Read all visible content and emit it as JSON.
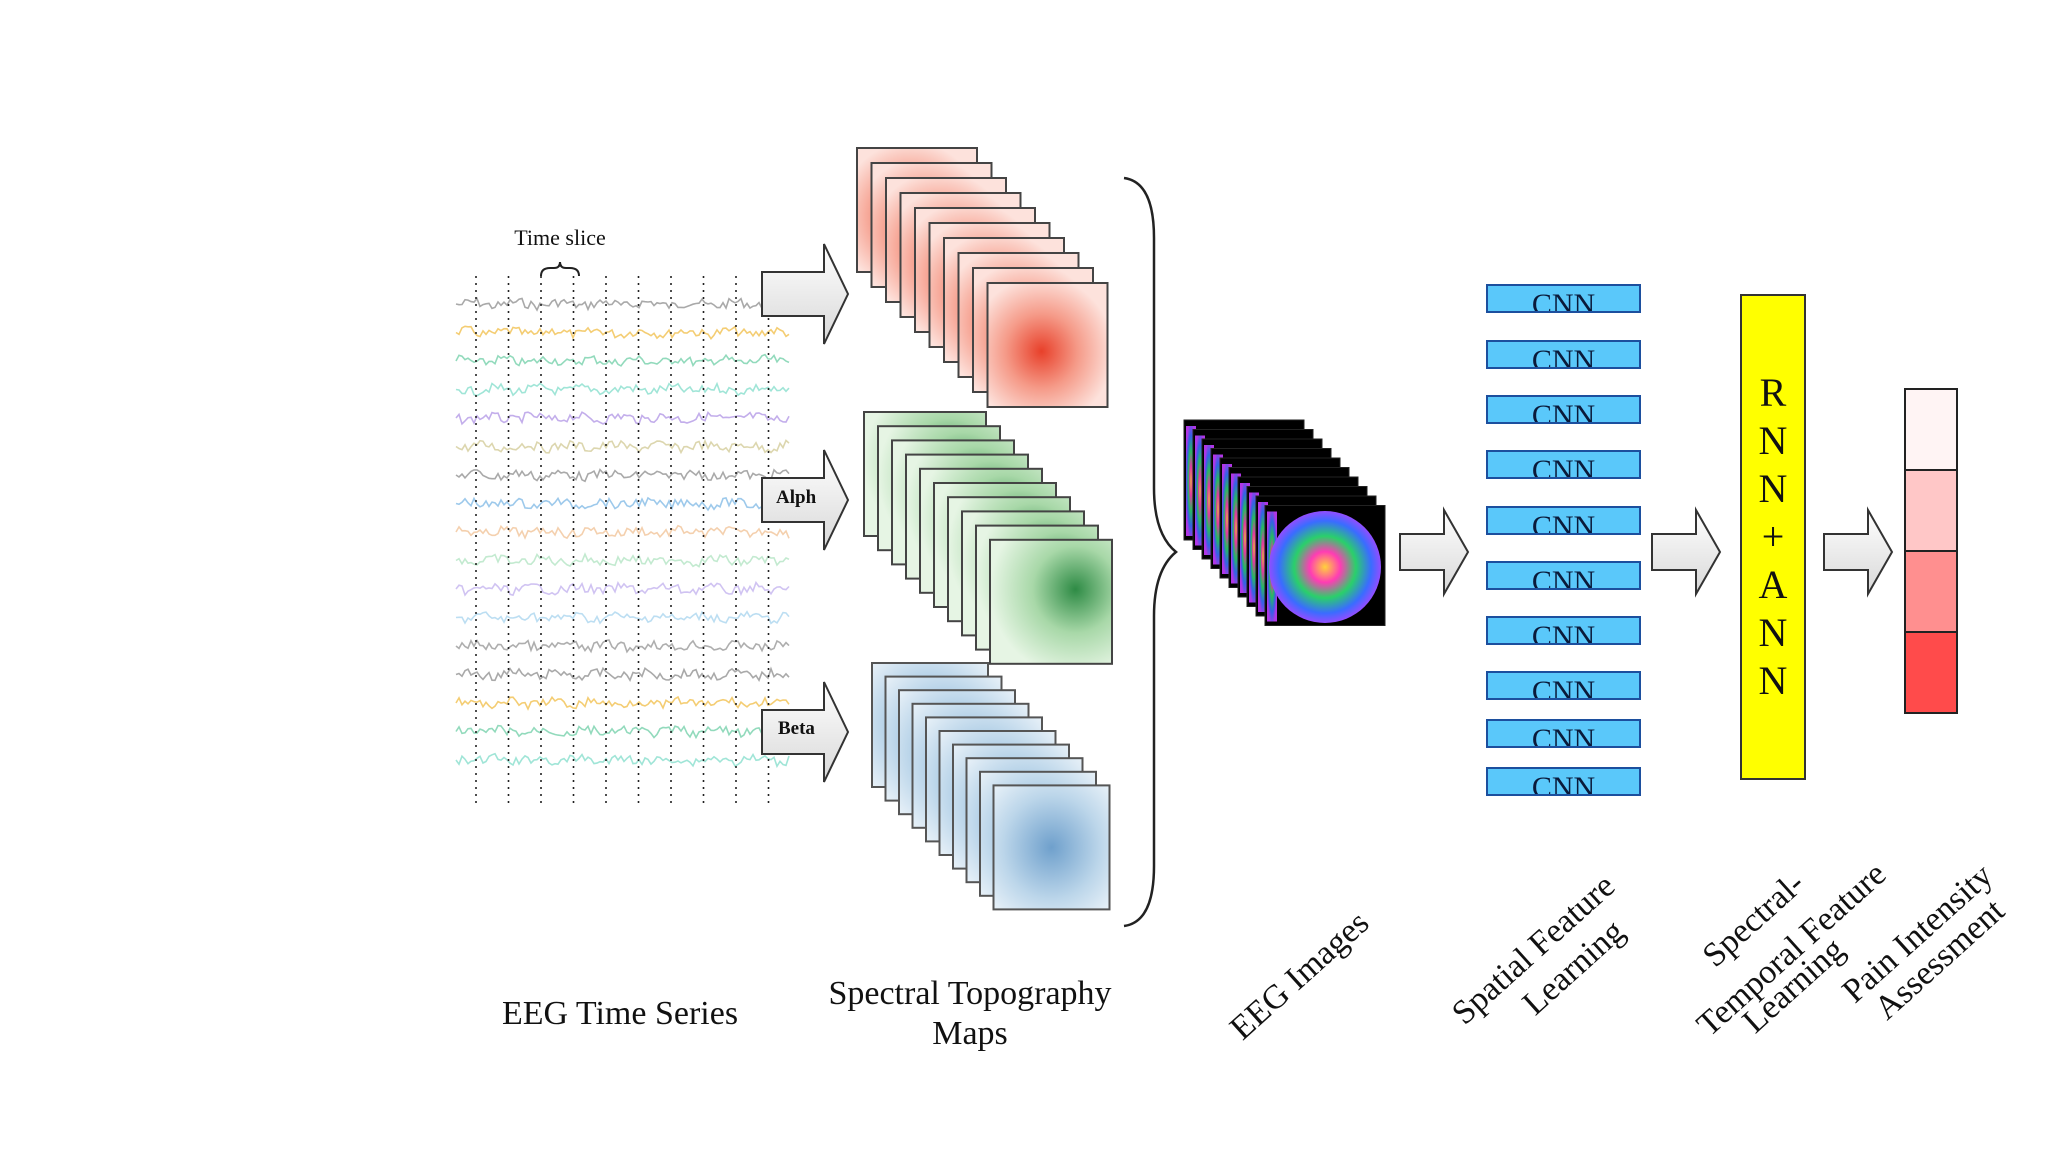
{
  "labels": {
    "time_slice": "Time slice",
    "eeg_time_series": "EEG Time Series",
    "spectral_maps_line1": "Spectral Topography",
    "spectral_maps_line2": "Maps",
    "eeg_images": "EEG Images",
    "spatial_line1": "Spatial Feature",
    "spatial_line2": "Learning",
    "temporal_line1": "Spectral-",
    "temporal_line2": "Temporal Feature",
    "temporal_line3": "Learning",
    "pain_line1": "Pain Intensity",
    "pain_line2": "Assessment"
  },
  "band_tags": {
    "alpha": "Alph",
    "beta": "Beta"
  },
  "cnn_label": "CNN",
  "cnn_count": 10,
  "rnn_label": [
    "R",
    "N",
    "N",
    "+",
    "A",
    "N",
    "N"
  ],
  "colors": {
    "theta": "#e04a3a",
    "alpha": "#2e8b45",
    "beta": "#6fa0cc",
    "cnn_fill": "#5ac8fa",
    "cnn_border": "#1c4f9e",
    "rnn_fill": "#ffff00",
    "wave_colors": [
      "#9a9a9a",
      "#f2c45a",
      "#7fd3b0",
      "#8fe0d0",
      "#b9a0e8",
      "#d6cfa0",
      "#9a9a9a",
      "#8cc0e8",
      "#f2c8a0",
      "#b8e6c8",
      "#c8b8f0",
      "#b0d8f0",
      "#a0a0a0",
      "#9a9a9a",
      "#f2c45a",
      "#7fd3b0",
      "#8fe0d0"
    ]
  },
  "pain_scale_levels": [
    0.05,
    0.25,
    0.5,
    0.8
  ]
}
